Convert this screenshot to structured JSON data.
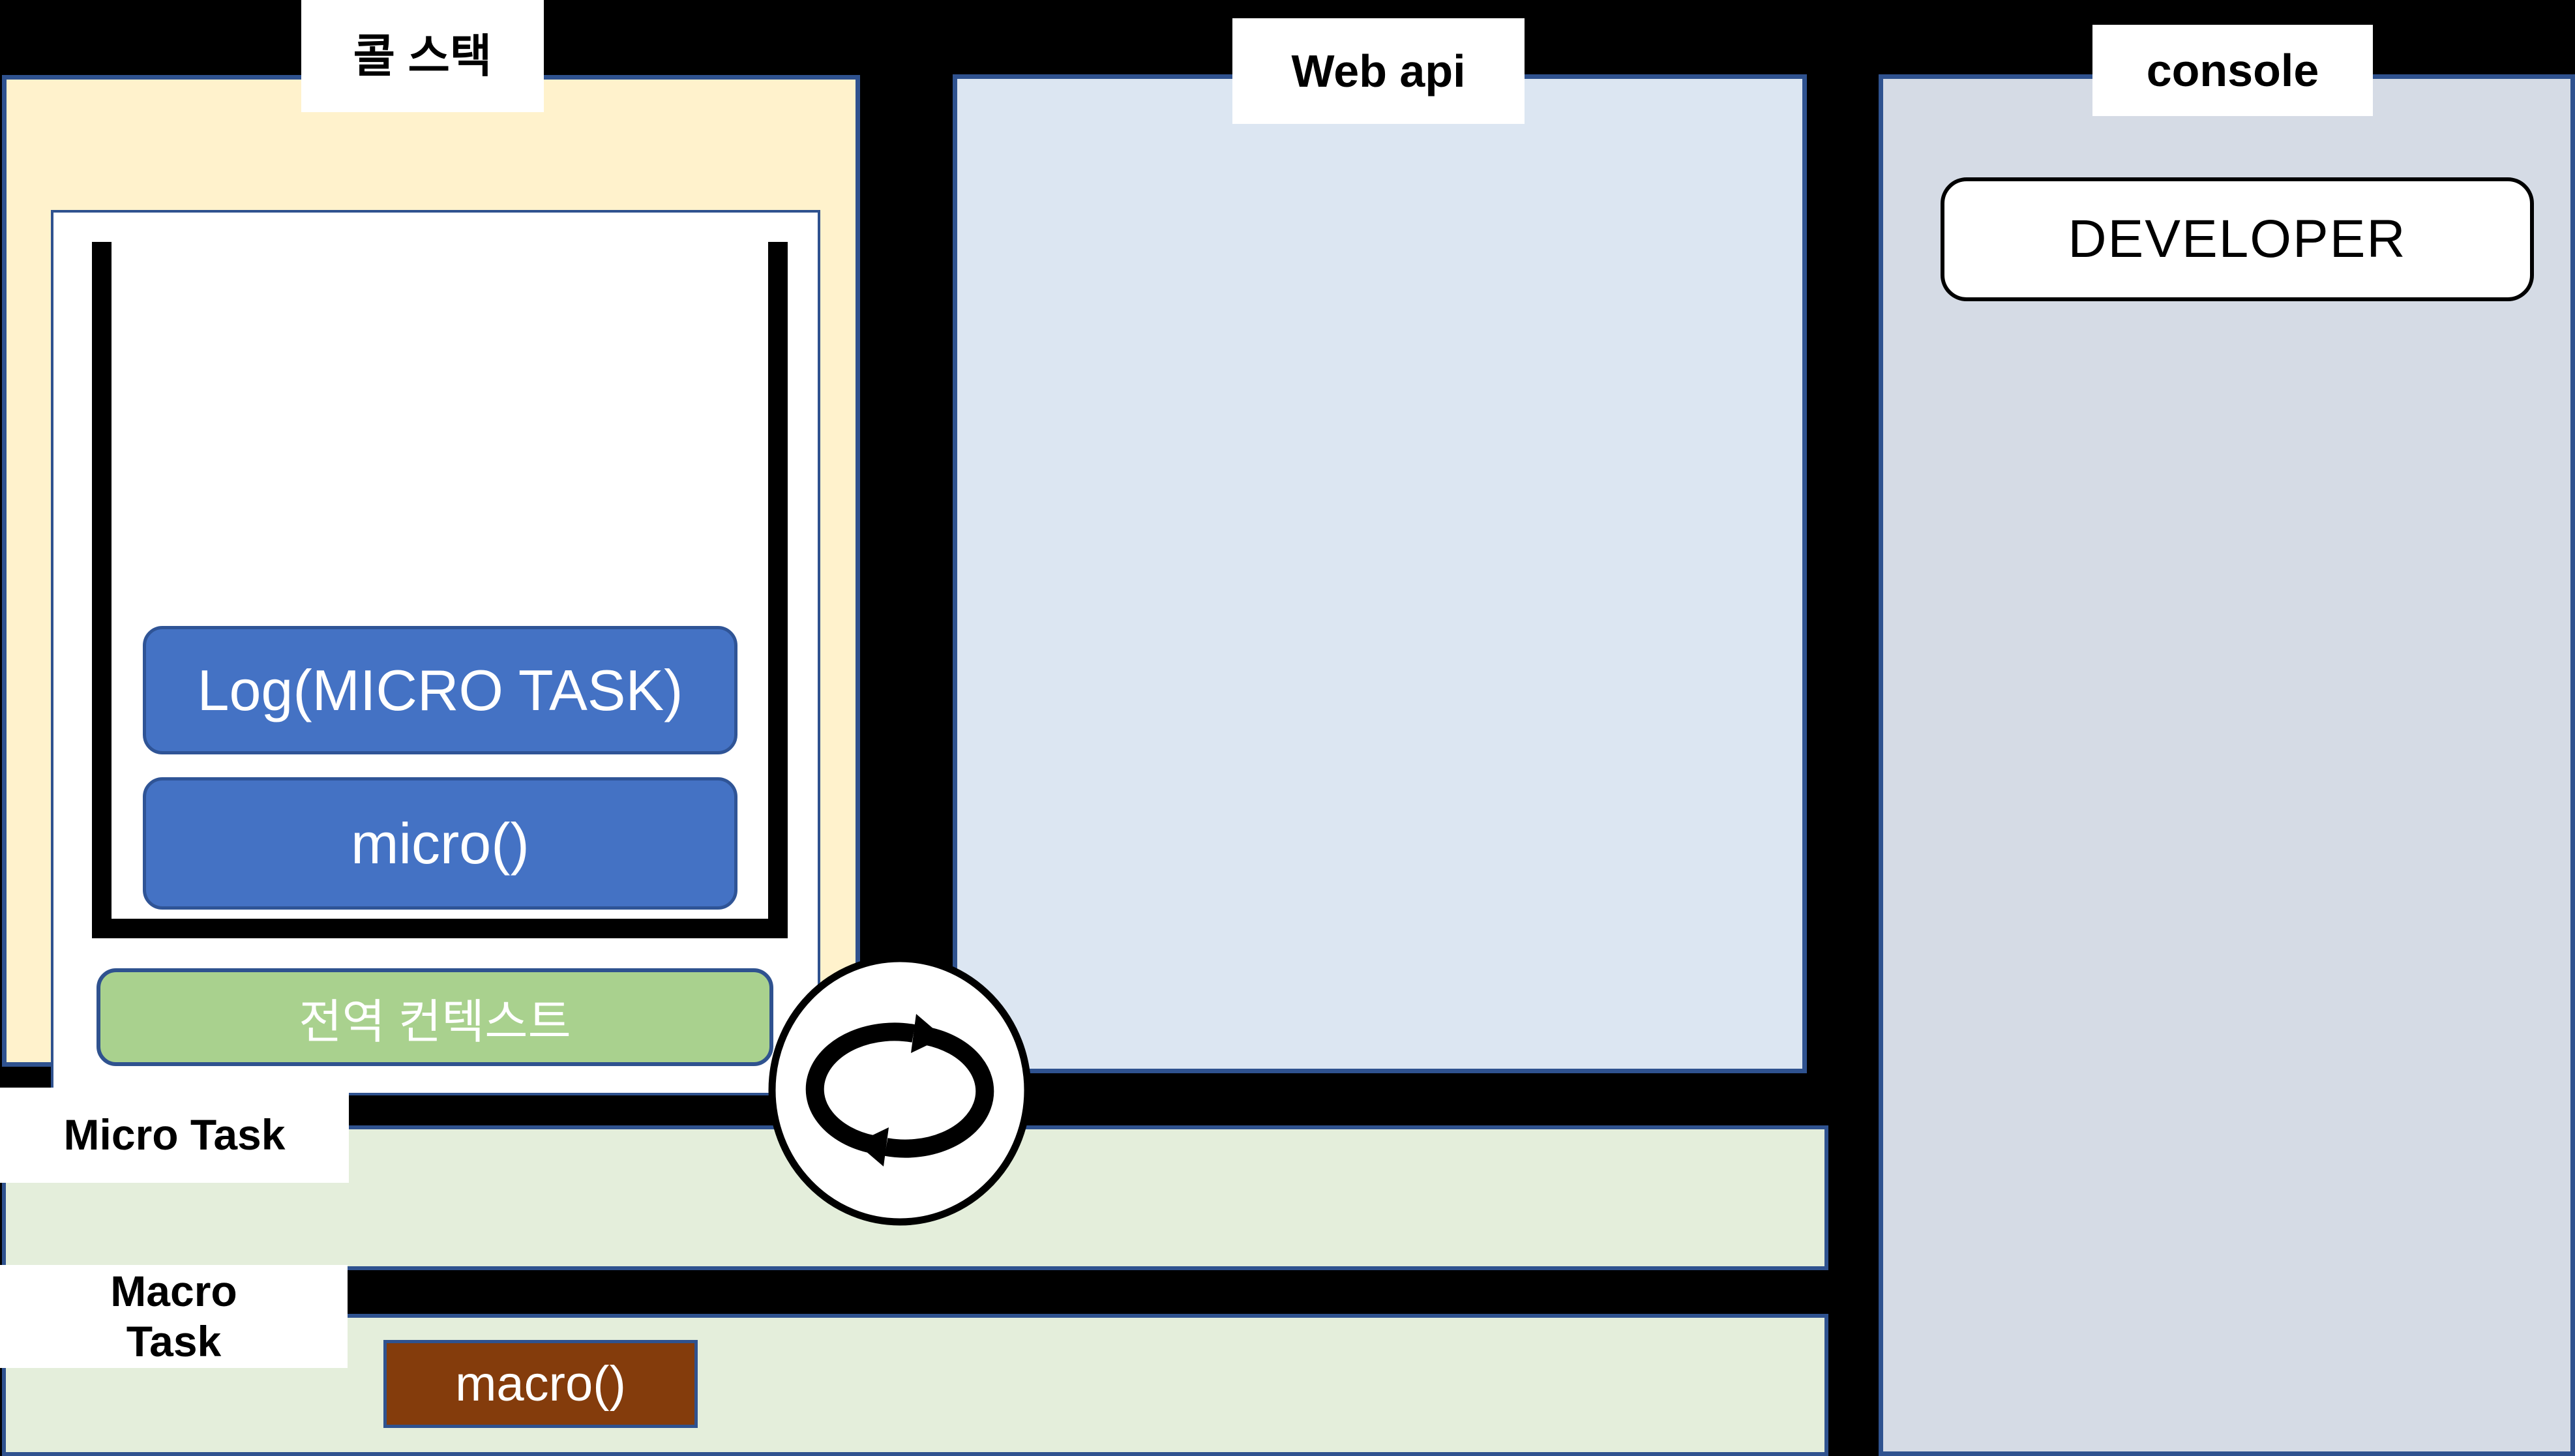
{
  "call_stack": {
    "label": "콜 스택",
    "frames": [
      {
        "label": "Log(MICRO TASK)"
      },
      {
        "label": "micro()"
      }
    ],
    "global_context_label": "전역 컨텍스트"
  },
  "web_api": {
    "label": "Web api"
  },
  "console": {
    "label": "console",
    "entry": "DEVELOPER"
  },
  "micro_task": {
    "label": "Micro Task"
  },
  "macro_task": {
    "label": "Macro\nTask",
    "task_label": "macro()"
  },
  "event_loop": {
    "icon": "cycle-arrows-icon"
  },
  "colors": {
    "background": "#000000",
    "border_navy": "#2F528F",
    "call_stack_bg": "#FFF2CC",
    "frame_blue": "#4472C4",
    "global_context_green": "#A9D18E",
    "web_api_bg": "#DCE6F2",
    "console_bg": "#D5DBE5",
    "task_bar_green": "#E4EEDB",
    "macro_task_brown": "#843C0C",
    "label_bg": "#FFFFFF",
    "stack_outline": "#000000"
  }
}
